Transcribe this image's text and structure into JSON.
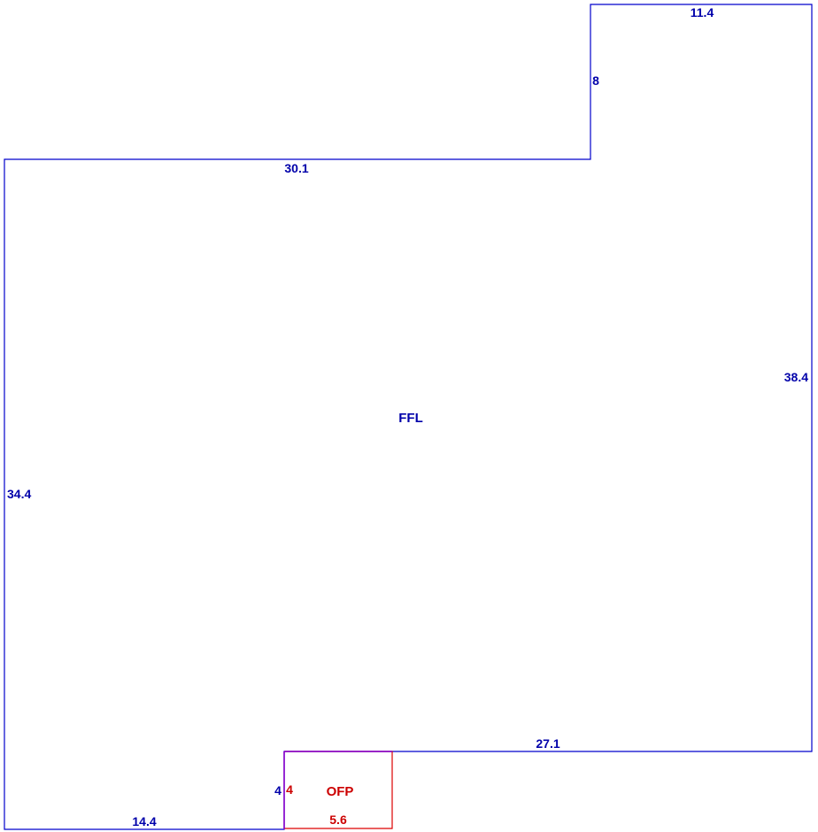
{
  "colors": {
    "main_outline": "#0000cc",
    "main_text": "#0000aa",
    "porch_outline": "#dd0000",
    "porch_text": "#cc0000",
    "shared_edge": "#8800cc",
    "background": "#ffffff"
  },
  "areas": {
    "main_label": "FFL",
    "porch_label": "OFP"
  },
  "dimensions": {
    "top_right": "11.4",
    "jog_height": "8",
    "upper_left_top": "30.1",
    "right_side": "38.4",
    "left_side": "34.4",
    "lower_right_bottom": "27.1",
    "lower_left_bottom": "14.4",
    "porch_left_main": "4",
    "porch_left_porch": "4",
    "porch_bottom": "5.6"
  }
}
